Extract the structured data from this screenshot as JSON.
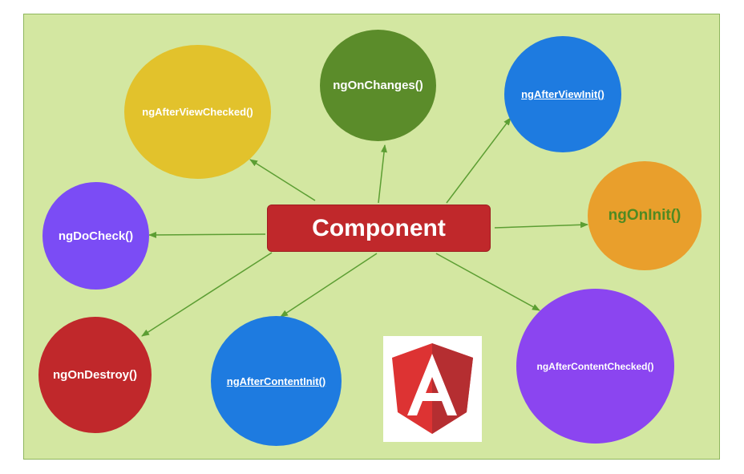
{
  "diagram": {
    "center": {
      "label": "Component"
    },
    "hooks": [
      {
        "id": "ngAfterViewChecked",
        "label": "ngAfterViewChecked()",
        "color": "#e2c22c",
        "underline": false
      },
      {
        "id": "ngOnChanges",
        "label": "ngOnChanges()",
        "color": "#5b8c2a",
        "underline": false
      },
      {
        "id": "ngAfterViewInit",
        "label": "ngAfterViewInit()",
        "color": "#1e7be0",
        "underline": true
      },
      {
        "id": "ngDoCheck",
        "label": "ngDoCheck()",
        "color": "#7b4cf5",
        "underline": false
      },
      {
        "id": "ngOnInit",
        "label": "ngOnInit()",
        "color": "#e99f2c",
        "text_color": "#4f8a22",
        "underline": false
      },
      {
        "id": "ngOnDestroy",
        "label": "ngOnDestroy()",
        "color": "#c0282b",
        "underline": false
      },
      {
        "id": "ngAfterContentInit",
        "label": "ngAfterContentInit()",
        "color": "#1e7be0",
        "underline": true
      },
      {
        "id": "ngAfterContentChecked",
        "label": "ngAfterContentChecked()",
        "color": "#8b45f0",
        "underline": false
      }
    ],
    "logo": {
      "name": "angular-logo",
      "letter": "A",
      "colors": {
        "shield_light": "#dd3333",
        "shield_dark": "#b52e31",
        "letter": "#ffffff"
      }
    },
    "colors": {
      "background": "#d3e7a1",
      "arrow": "#5c9e33",
      "component": "#c0282b"
    }
  }
}
